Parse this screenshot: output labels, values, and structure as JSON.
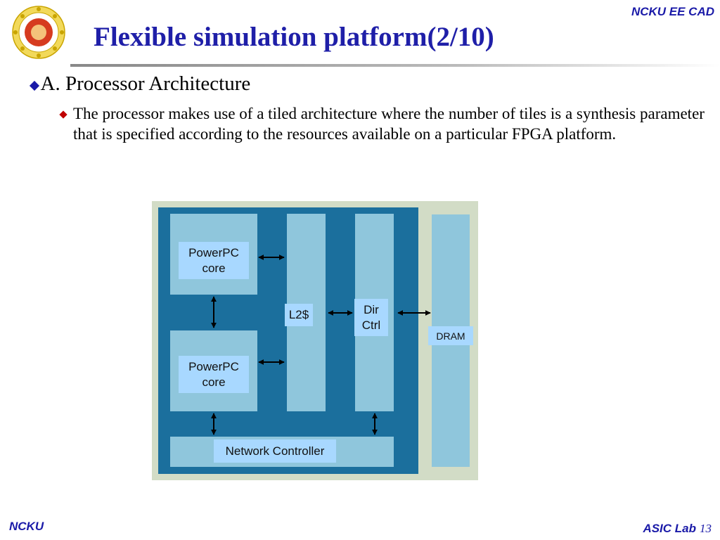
{
  "header": {
    "tag": "NCKU EE CAD",
    "title": "Flexible simulation platform(2/10)"
  },
  "logo": {
    "name": "university-seal"
  },
  "content": {
    "bullet1": "A. Processor Architecture",
    "bullet2": "The processor makes use of a tiled architecture where the number of tiles is a synthesis parameter that is specified according to the resources available on a particular FPGA platform."
  },
  "diagram": {
    "core1": "PowerPC\ncore",
    "core2": "PowerPC\ncore",
    "l2": "L2$",
    "dir": "Dir\nCtrl",
    "dram": "DRAM",
    "net": "Network Controller",
    "colors": {
      "outer": "#d2dcc6",
      "tile": "#1b6f9d",
      "block": "#8fc6dc",
      "label": "#a8d8ff"
    }
  },
  "footer": {
    "left": "NCKU",
    "right": "ASIC Lab",
    "page": "13"
  }
}
